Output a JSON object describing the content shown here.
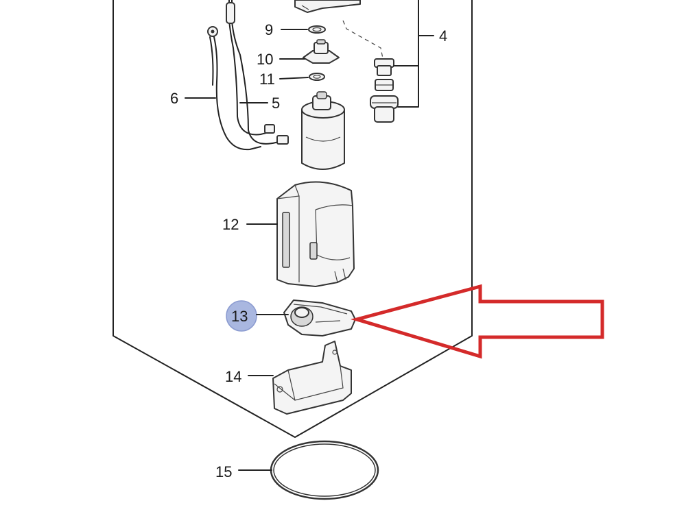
{
  "callouts": {
    "c4": "4",
    "c5": "5",
    "c6": "6",
    "c9": "9",
    "c10": "10",
    "c11": "11",
    "c12": "12",
    "c13": "13",
    "c14": "14",
    "c15": "15"
  },
  "colors": {
    "highlight_arrow": "#d42a2a",
    "callout_highlight_fill": "#a9b7e0",
    "line": "#222222"
  }
}
